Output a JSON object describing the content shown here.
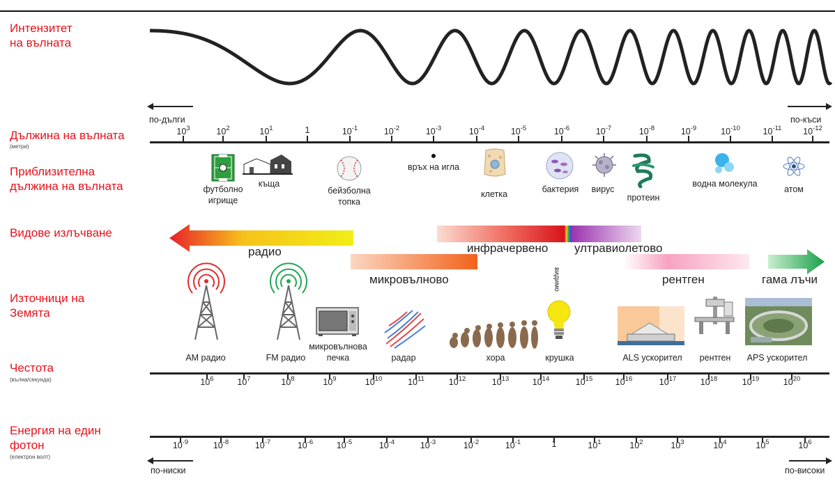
{
  "labels": {
    "intensity": [
      "Интензитет",
      "на вълната"
    ],
    "wavelength": "Дължина на вълната",
    "wavelength_unit": "(метри)",
    "approx_size": [
      "Приблизителна",
      "дължина на вълната"
    ],
    "radiation_type": "Видове излъчване",
    "sources": [
      "Източници на",
      "Земята"
    ],
    "frequency": "Честота",
    "frequency_unit": "(вълна/секунда)",
    "photon_energy": [
      "Енергия на един",
      "фотон"
    ],
    "photon_energy_unit": "(електрон волт)"
  },
  "directions": {
    "longer": "по-дълги",
    "shorter": "по-къси",
    "lower": "по-ниски",
    "higher": "по-високи"
  },
  "wavelength_ticks": [
    {
      "base": "10",
      "exp": "3"
    },
    {
      "base": "10",
      "exp": "2"
    },
    {
      "base": "10",
      "exp": "1"
    },
    {
      "base": "1",
      "exp": ""
    },
    {
      "base": "10",
      "exp": "-1"
    },
    {
      "base": "10",
      "exp": "-2"
    },
    {
      "base": "10",
      "exp": "-3"
    },
    {
      "base": "10",
      "exp": "-4"
    },
    {
      "base": "10",
      "exp": "-5"
    },
    {
      "base": "10",
      "exp": "-6"
    },
    {
      "base": "10",
      "exp": "-7"
    },
    {
      "base": "10",
      "exp": "-8"
    },
    {
      "base": "10",
      "exp": "-9"
    },
    {
      "base": "10",
      "exp": "-10"
    },
    {
      "base": "10",
      "exp": "-11"
    },
    {
      "base": "10",
      "exp": "-12"
    }
  ],
  "size_objects": [
    {
      "label": "футболно\nигрище",
      "icon": "soccer-field-icon"
    },
    {
      "label": "къща",
      "icon": "house-icon"
    },
    {
      "label": "бейзболна\nтопка",
      "icon": "baseball-icon"
    },
    {
      "label": "връх на игла",
      "icon": "pin-point-icon"
    },
    {
      "label": "клетка",
      "icon": "cell-icon"
    },
    {
      "label": "бактерия",
      "icon": "bacteria-icon"
    },
    {
      "label": "вирус",
      "icon": "virus-icon"
    },
    {
      "label": "протеин",
      "icon": "protein-icon"
    },
    {
      "label": "водна молекула",
      "icon": "water-molecule-icon"
    },
    {
      "label": "атом",
      "icon": "atom-icon"
    }
  ],
  "bands": {
    "radio": "радио",
    "microwave": "микровълново",
    "infrared": "инфрачервено",
    "visible": "видимо",
    "ultraviolet": "ултравиолетово",
    "xray": "рентген",
    "gamma": "гама лъчи"
  },
  "sources": [
    {
      "label": "AM радио",
      "icon": "radio-tower-icon"
    },
    {
      "label": "FM радио",
      "icon": "radio-tower-icon"
    },
    {
      "label": "микровълнова\nпечка",
      "icon": "microwave-oven-icon"
    },
    {
      "label": "радар",
      "icon": "radar-icon"
    },
    {
      "label": "хора",
      "icon": "human-evolution-icon"
    },
    {
      "label": "крушка",
      "icon": "light-bulb-icon"
    },
    {
      "label": "ALS ускорител",
      "icon": "als-accelerator-icon"
    },
    {
      "label": "рентген",
      "icon": "xray-machine-icon"
    },
    {
      "label": "APS ускорител",
      "icon": "aps-accelerator-icon"
    }
  ],
  "frequency_ticks": [
    {
      "base": "10",
      "exp": "6"
    },
    {
      "base": "10",
      "exp": "7"
    },
    {
      "base": "10",
      "exp": "8"
    },
    {
      "base": "10",
      "exp": "9"
    },
    {
      "base": "10",
      "exp": "10"
    },
    {
      "base": "10",
      "exp": "11"
    },
    {
      "base": "10",
      "exp": "12"
    },
    {
      "base": "10",
      "exp": "13"
    },
    {
      "base": "10",
      "exp": "14"
    },
    {
      "base": "10",
      "exp": "15"
    },
    {
      "base": "10",
      "exp": "16"
    },
    {
      "base": "10",
      "exp": "17"
    },
    {
      "base": "10",
      "exp": "18"
    },
    {
      "base": "10",
      "exp": "19"
    },
    {
      "base": "10",
      "exp": "20"
    }
  ],
  "energy_ticks": [
    {
      "base": "10",
      "exp": "-9"
    },
    {
      "base": "10",
      "exp": "-8"
    },
    {
      "base": "10",
      "exp": "-7"
    },
    {
      "base": "10",
      "exp": "-6"
    },
    {
      "base": "10",
      "exp": "-5"
    },
    {
      "base": "10",
      "exp": "-4"
    },
    {
      "base": "10",
      "exp": "-3"
    },
    {
      "base": "10",
      "exp": "-2"
    },
    {
      "base": "10",
      "exp": "-1"
    },
    {
      "base": "1",
      "exp": ""
    },
    {
      "base": "10",
      "exp": "1"
    },
    {
      "base": "10",
      "exp": "2"
    },
    {
      "base": "10",
      "exp": "3"
    },
    {
      "base": "10",
      "exp": "4"
    },
    {
      "base": "10",
      "exp": "5"
    },
    {
      "base": "10",
      "exp": "6"
    }
  ],
  "colors": {
    "label_red": "#e8101a",
    "axis": "#222222"
  }
}
